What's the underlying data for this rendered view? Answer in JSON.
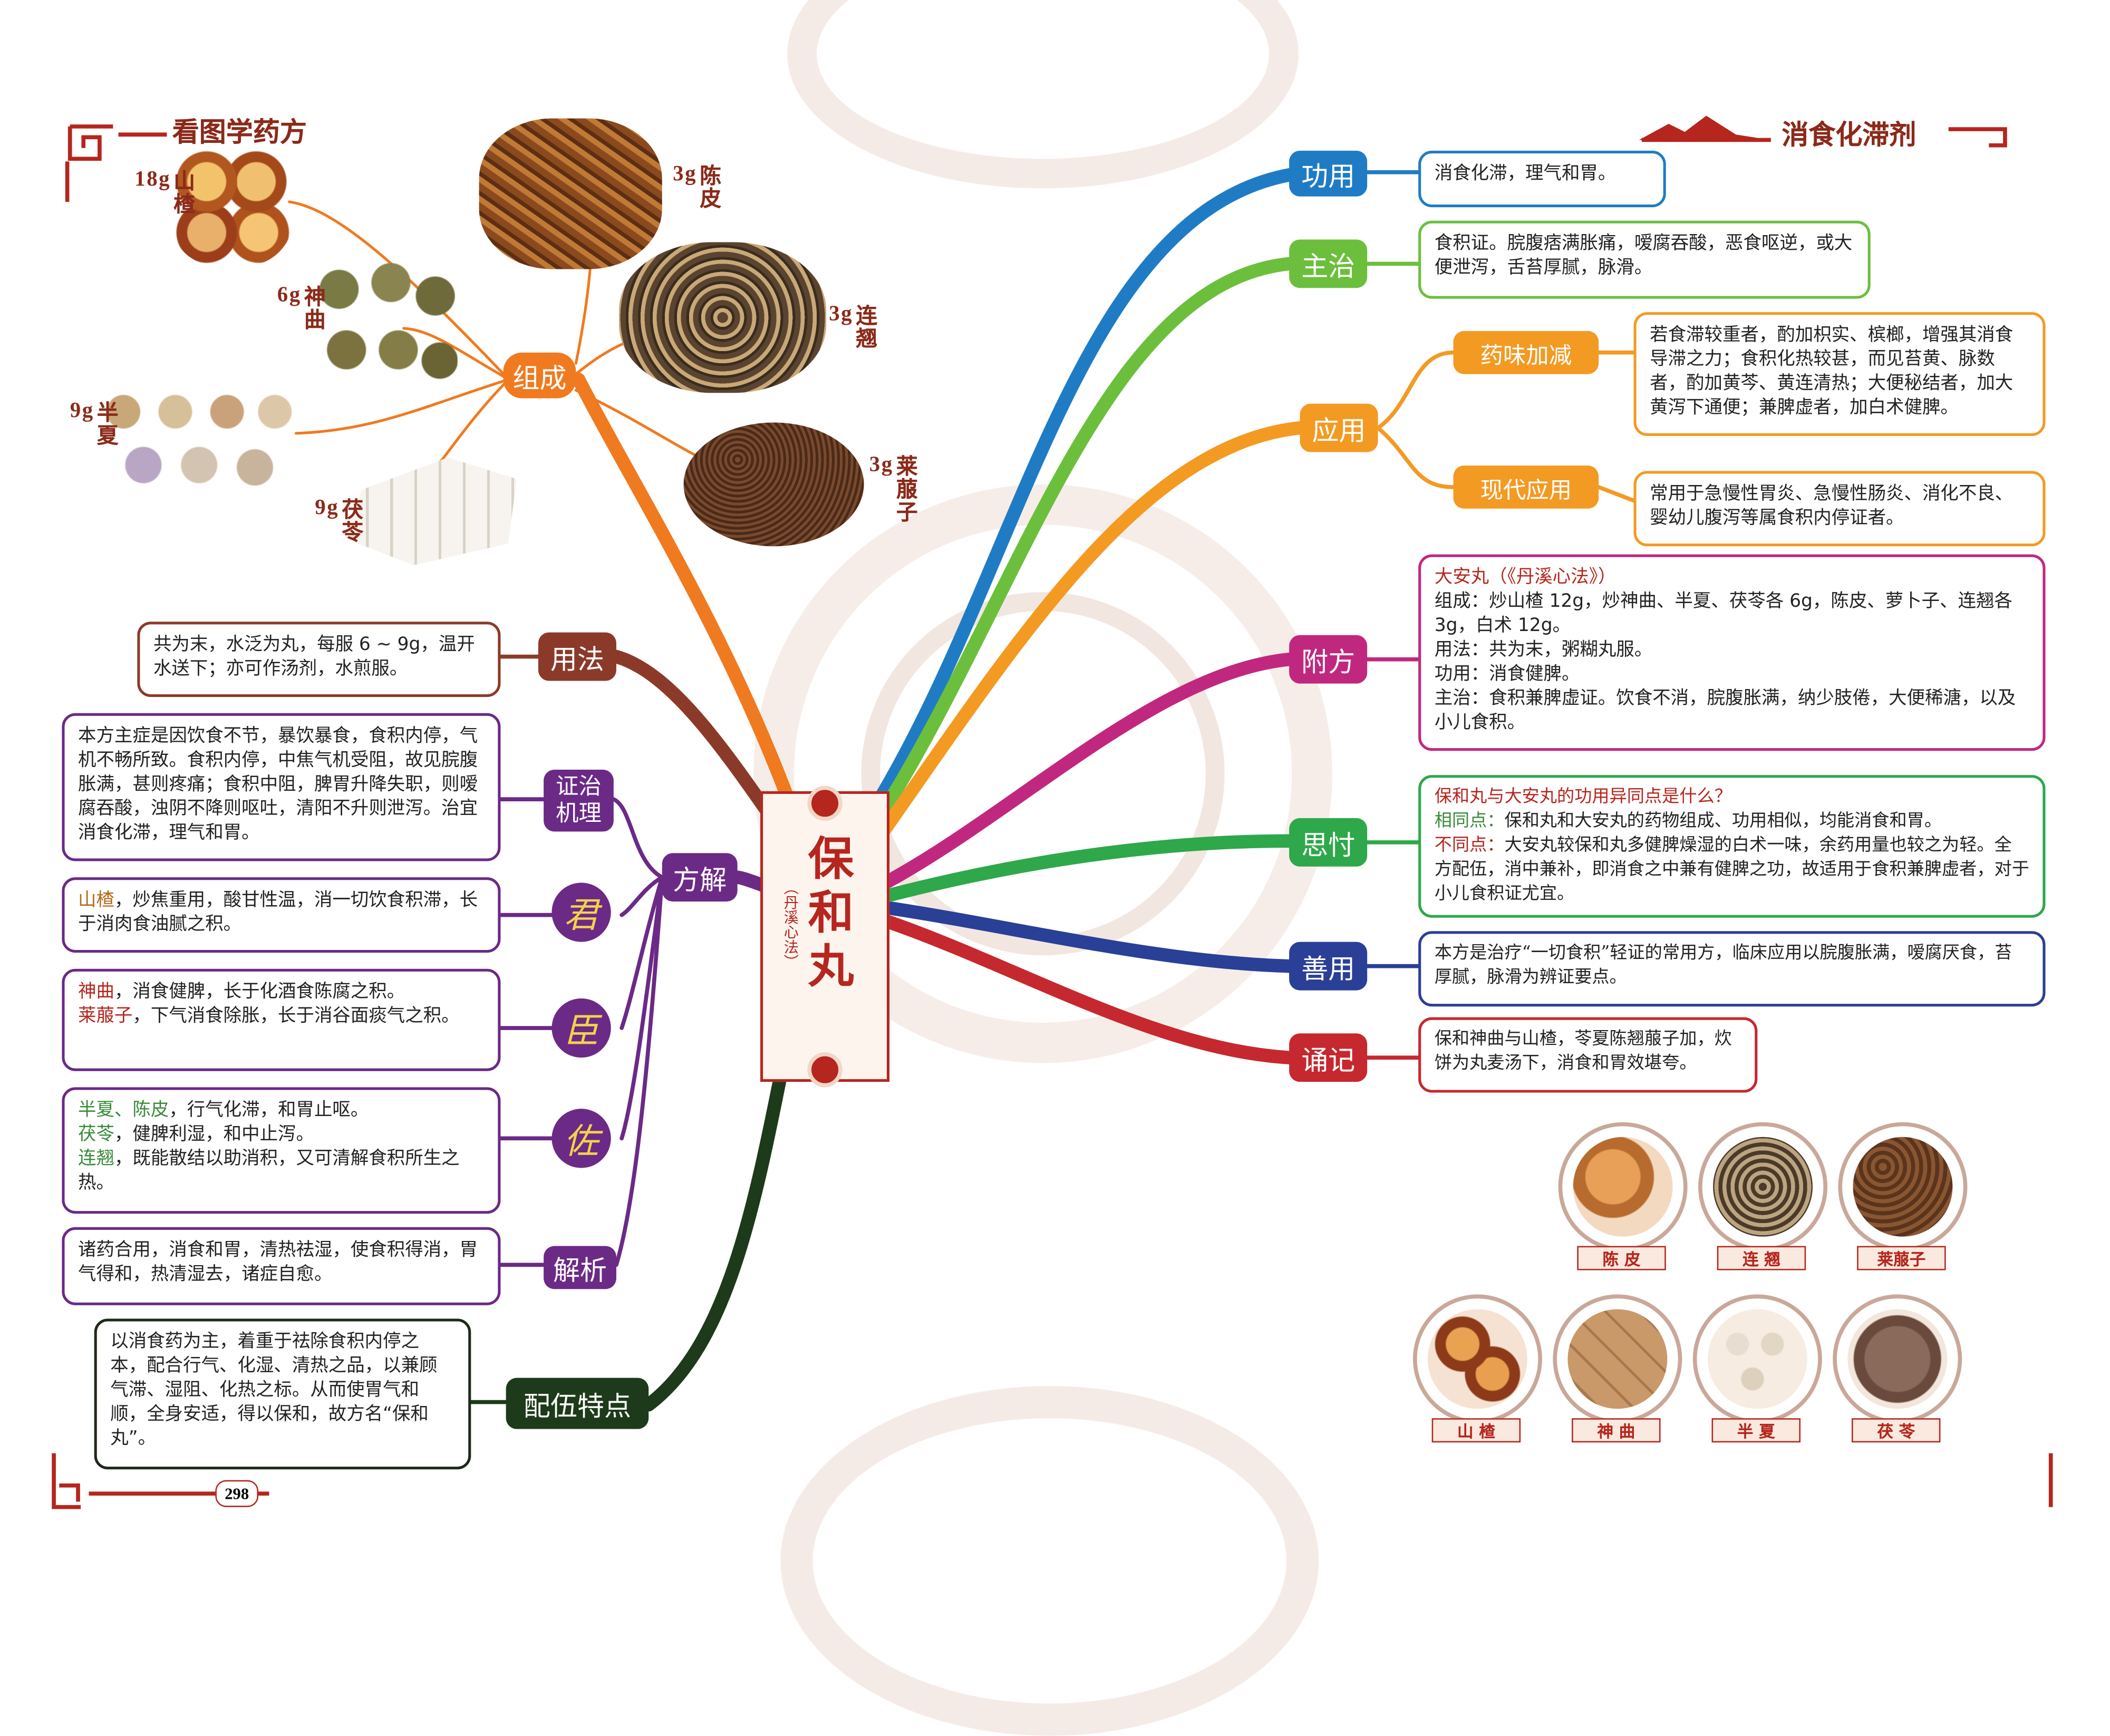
{
  "header": {
    "left_title": "看图学药方",
    "right_title": "消食化滞剂",
    "page_number": "298"
  },
  "center": {
    "title": "保和丸",
    "source": "（丹溪心法）"
  },
  "herbs": [
    {
      "name": "山楂",
      "dose": "18g"
    },
    {
      "name": "神曲",
      "dose": "6g"
    },
    {
      "name": "半夏",
      "dose": "9g"
    },
    {
      "name": "茯苓",
      "dose": "9g"
    },
    {
      "name": "陈皮",
      "dose": "3g"
    },
    {
      "name": "连翘",
      "dose": "3g"
    },
    {
      "name": "莱菔子",
      "dose": "3g"
    }
  ],
  "left_branches": {
    "zucheng": "组成",
    "yongfa": "用法",
    "yongfa_text": "共为末，水泛为丸，每服 6 ~ 9g，温开水送下；亦可作汤剂，水煎服。",
    "fangjie": "方解",
    "zhengzhi": "证治机理",
    "zhengzhi_text": "本方主症是因饮食不节，暴饮暴食，食积内停，气机不畅所致。食积内停，中焦气机受阻，故见脘腹胀满，甚则疼痛；食积中阻，脾胃升降失职，则嗳腐吞酸，浊阴不降则呕吐，清阳不升则泄泻。治宜消食化滞，理气和胃。",
    "jun": "君",
    "jun_herb": "山楂",
    "jun_text": "，炒焦重用，酸甘性温，消一切饮食积滞，长于消肉食油腻之积。",
    "chen": "臣",
    "chen_herb1": "神曲",
    "chen_text1": "，消食健脾，长于化酒食陈腐之积。",
    "chen_herb2": "莱菔子",
    "chen_text2": "，下气消食除胀，长于消谷面痰气之积。",
    "zuo": "佐",
    "zuo_herb1": "半夏、陈皮",
    "zuo_text1": "，行气化滞，和胃止呕。",
    "zuo_herb2": "茯苓",
    "zuo_text2": "，健脾利湿，和中止泻。",
    "zuo_herb3": "连翘",
    "zuo_text3": "，既能散结以助消积，又可清解食积所生之热。",
    "jiexi": "解析",
    "jiexi_text": "诸药合用，消食和胃，清热祛湿，使食积得消，胃气得和，热清湿去，诸症自愈。",
    "peiwu": "配伍特点",
    "peiwu_text": "以消食药为主，着重于祛除食积内停之本，配合行气、化湿、清热之品，以兼顾气滞、湿阻、化热之标。从而使胃气和顺，全身安适，得以保和，故方名“保和丸”。"
  },
  "right_branches": {
    "gongyong": "功用",
    "gongyong_text": "消食化滞，理气和胃。",
    "zhuzhi": "主治",
    "zhuzhi_text": "食积证。脘腹痞满胀痛，嗳腐吞酸，恶食呕逆，或大便泄泻，舌苔厚腻，脉滑。",
    "yingyong": "应用",
    "jiajian": "药味加减",
    "jiajian_text": "若食滞较重者，酌加枳实、槟榔，增强其消食导滞之力；食积化热较甚，而见苔黄、脉数者，酌加黄芩、黄连清热；大便秘结者，加大黄泻下通便；兼脾虚者，加白术健脾。",
    "xiandai": "现代应用",
    "xiandai_text": "常用于急慢性胃炎、急慢性肠炎、消化不良、婴幼儿腹泻等属食积内停证者。",
    "fufang": "附方",
    "fufang_title": "大安丸（《丹溪心法》）",
    "fufang_line1": "组成：炒山楂 12g，炒神曲、半夏、茯苓各 6g，陈皮、萝卜子、连翘各 3g，白术 12g。",
    "fufang_line2": "用法：共为末，粥糊丸服。",
    "fufang_line3": "功用：消食健脾。",
    "fufang_line4": "主治：食积兼脾虚证。饮食不消，脘腹胀满，纳少肢倦，大便稀溏，以及小儿食积。",
    "sicun": "思忖",
    "sicun_q": "保和丸与大安丸的功用异同点是什么？",
    "sicun_same_label": "相同点：",
    "sicun_same": "保和丸和大安丸的药物组成、功用相似，均能消食和胃。",
    "sicun_diff_label": "不同点：",
    "sicun_diff": "大安丸较保和丸多健脾燥湿的白术一味，余药用量也较之为轻。全方配伍，消中兼补，即消食之中兼有健脾之功，故适用于食积兼脾虚者，对于小儿食积证尤宜。",
    "shanyong": "善用",
    "shanyong_text": "本方是治疗“一切食积”轻证的常用方，临床应用以脘腹胀满，嗳腐厌食，苔厚腻，脉滑为辨证要点。",
    "songji": "诵记",
    "songji_text": "保和神曲与山楂，苓夏陈翘菔子加，炊饼为丸麦汤下，消食和胃效堪夸。"
  },
  "thumbnails": [
    "陈 皮",
    "连 翘",
    "莱菔子",
    "山 楂",
    "神 曲",
    "半 夏",
    "茯 苓"
  ],
  "colors": {
    "gongyong": "#1f7cc4",
    "zhuzhi": "#6cbf3c",
    "yingyong": "#f39a23",
    "fufang": "#c0287f",
    "sicun": "#2ea84a",
    "shanyong": "#2a3f96",
    "songji": "#c6282f",
    "zucheng": "#f07a1f",
    "yongfa": "#8b3a2a",
    "fangjie": "#6b2a86",
    "peiwu": "#1d3a1a",
    "accent_red": "#b5261e"
  }
}
